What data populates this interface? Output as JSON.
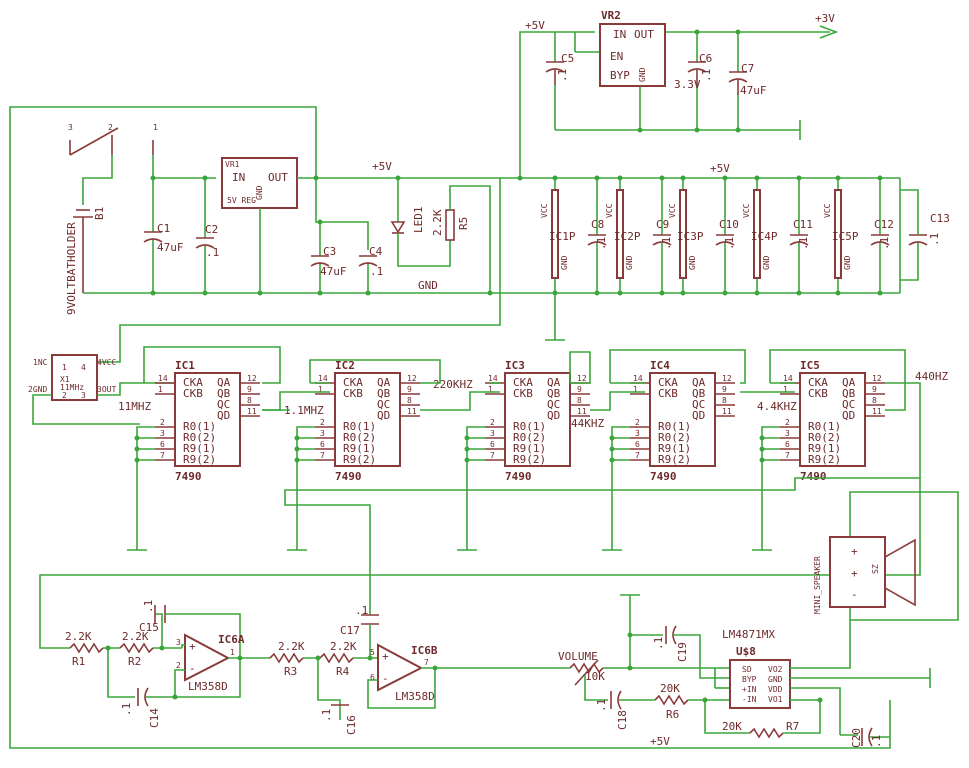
{
  "labels": {
    "vr2": "VR2",
    "p3v": "+3V",
    "p5v_top": "+5V",
    "c5": "C5",
    "c5v": ".1",
    "c6": "C6",
    "c6v": ".1",
    "c7": "C7",
    "c7v": "47uF",
    "v33": "3.3V",
    "vr2_in": "IN",
    "vr2_out": "OUT",
    "vr2_en": "EN",
    "vr2_byp": "BYP",
    "vr2_gnd": "GND",
    "b1": "B1",
    "bh": "9VOLTBATHOLDER",
    "c1": "C1",
    "c1v": "47uF",
    "c2": "C2",
    "c2v": ".1",
    "vr1": "VR1",
    "vr1_in": "IN",
    "vr1_out": "OUT",
    "vr1_reg": "5V REG",
    "vr1_gnd": "GND",
    "c3": "C3",
    "c3v": "47uF",
    "c4": "C4",
    "c4v": ".1",
    "p5v_mid": "+5V",
    "led1": "LED1",
    "r5": "R5",
    "r5v": "2.2K",
    "gnd": "GND",
    "p5v_row": "+5V",
    "c8": "C8",
    "c9": "C9",
    "c10": "C10",
    "c11": "C11",
    "c12": "C12",
    "c13": "C13",
    "cap01": ".1",
    "ic1p": "IC1P",
    "ic2p": "IC2P",
    "ic3p": "IC3P",
    "ic4p": "IC4P",
    "ic5p": "IC5P",
    "vcc": "VCC",
    "gndp": "GND",
    "x1": "X1",
    "x1mhz": "11MHz",
    "x1nc": "1NC",
    "x1gnd": "2GND",
    "x1out": "3OUT",
    "x1vcc": "4VCC",
    "ic1": "IC1",
    "ic2": "IC2",
    "ic3": "IC3",
    "ic4": "IC4",
    "ic5": "IC5",
    "ic7490": "7490",
    "cka": "CKA",
    "ckb": "CKB",
    "qa": "QA",
    "qb": "QB",
    "qc": "QC",
    "qd": "QD",
    "r01": "R0(1)",
    "r02": "R0(2)",
    "r91": "R9(1)",
    "r92": "R9(2)",
    "f11mhz": "11MHZ",
    "f1_1mhz": "1.1MHZ",
    "f220khz": "220KHZ",
    "f44khz": "44KHZ",
    "f4_4khz": "4.4KHZ",
    "f440hz": "440HZ",
    "r1": "R1",
    "r2": "R2",
    "r3": "R3",
    "r4": "R4",
    "r6": "R6",
    "r7": "R7",
    "r22k": "2.2K",
    "r20k": "20K",
    "c14": "C14",
    "c15": "C15",
    "c16": "C16",
    "c17": "C17",
    "c18": "C18",
    "c19": "C19",
    "c20": "C20",
    "ic6a": "IC6A",
    "ic6b": "IC6B",
    "lm358": "LM358D",
    "volume": "VOLUME",
    "vol10k": "10K",
    "lm4871": "LM4871MX",
    "u8": "U$8",
    "sd": "SD",
    "byp": "BYP",
    "pin": "+IN",
    "nin": "-IN",
    "vo2": "VO2",
    "ugnd": "GND",
    "vdd": "VDD",
    "vo1": "VO1",
    "speaker": "MINI_SPEAKER",
    "p5v_bot": "+5V"
  }
}
